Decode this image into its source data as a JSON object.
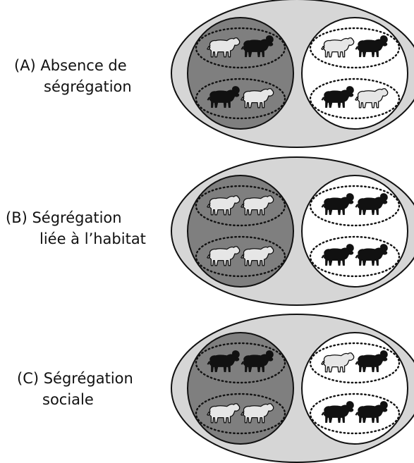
{
  "rows": [
    {
      "id": "A",
      "label_line1": "(A) Absence de",
      "label_line2": "ségrégation",
      "left_patch_groups": [
        [
          "female",
          "male"
        ],
        [
          "male",
          "female"
        ]
      ],
      "right_patch_groups": [
        [
          "female",
          "male"
        ],
        [
          "male",
          "female"
        ]
      ]
    },
    {
      "id": "B",
      "label_line1": "(B) Ségrégation",
      "label_line2": "liée à l’habitat",
      "left_patch_groups": [
        [
          "female",
          "female"
        ],
        [
          "female",
          "female"
        ]
      ],
      "right_patch_groups": [
        [
          "male",
          "male"
        ],
        [
          "male",
          "male"
        ]
      ]
    },
    {
      "id": "C",
      "label_line1": "(C) Ségrégation",
      "label_line2": "sociale",
      "left_patch_groups": [
        [
          "male",
          "male"
        ],
        [
          "female",
          "female"
        ]
      ],
      "right_patch_groups": [
        [
          "female",
          "male"
        ],
        [
          "male",
          "male"
        ]
      ]
    }
  ],
  "colors": {
    "outer_ellipse": "#d6d6d6",
    "habitat_dark": "#7f7f7f",
    "habitat_light": "#ffffff",
    "female_fill": "#e6e6e6",
    "male_fill": "#111111",
    "outline": "#111111"
  },
  "icons": {
    "female": "ewe-icon",
    "male": "ram-icon"
  }
}
